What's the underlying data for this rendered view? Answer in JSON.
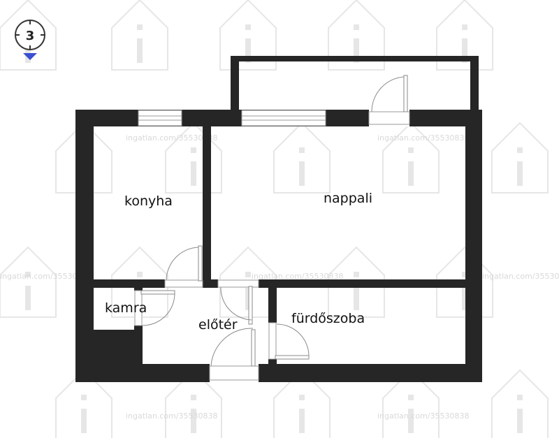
{
  "rooms": {
    "konyha": "konyha",
    "nappali": "nappali",
    "kamra": "kamra",
    "eloter": "előtér",
    "furdoszoba": "fürdőszoba"
  },
  "compass": {
    "floor": "3"
  },
  "watermark": {
    "text": "ingatlan.com/35530838"
  },
  "colors": {
    "wall": "#262626",
    "compass_arrow": "#3b4fd1",
    "watermark": "#d9d9d9"
  }
}
